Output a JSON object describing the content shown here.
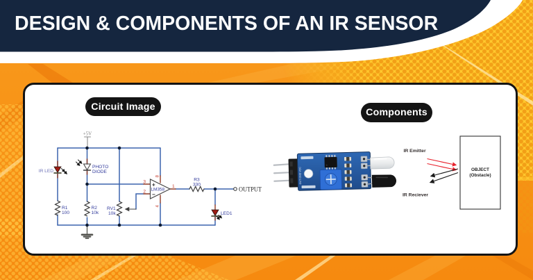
{
  "header": {
    "title": "DESIGN & COMPONENTS OF AN IR SENSOR"
  },
  "panel": {
    "circuit": {
      "label": "Circuit Image",
      "power_label": "+5V",
      "ir_led_label": "IR LED",
      "photo_diode_line1": "PHOTO",
      "photo_diode_line2": "DIODE",
      "r1_name": "R1",
      "r1_value": "100",
      "r2_name": "R2",
      "r2_value": "10k",
      "rv1_name": "RV1",
      "rv1_value": "10k",
      "opamp_label": "LM358",
      "opamp_plus": "+",
      "opamp_minus": "−",
      "pin3": "3",
      "pin2": "2",
      "pin1": "1",
      "pin8": "8",
      "pin4": "4",
      "r3_name": "R3",
      "r3_value": "330",
      "output_label": "OUTPUT",
      "led1_label": "LED1"
    },
    "components": {
      "label": "Components",
      "emitter_label": "IR Emitter",
      "receiver_label": "IR Reciever",
      "object_line1": "OBJECT",
      "object_line2": "(Obstacle)",
      "pcb_silkscreen": "OUT GND VCC"
    }
  },
  "colors": {
    "navy": "#15263F",
    "orange": "#F8941B",
    "orange-dark": "#ED7D0B",
    "orange-light": "#FBAE3C",
    "gold": "#FFCA2F",
    "dot-dark": "#F19C15",
    "dot-light": "#FFC845",
    "ink": "#141414",
    "wire": "#3B64AE",
    "junction": "#0D1B33",
    "stub": "#8E3B26",
    "pin-red": "#C43A2B",
    "part": "#3D3D3D",
    "led-red": "#9E1B12",
    "label-navy": "#323B9C",
    "label-soft": "#6A6FB5",
    "label-gray": "#6E6E6E",
    "arrow-red": "#E8232E",
    "pcb-blue": "#2B62AC",
    "pot-blue": "#2F6FD6"
  }
}
